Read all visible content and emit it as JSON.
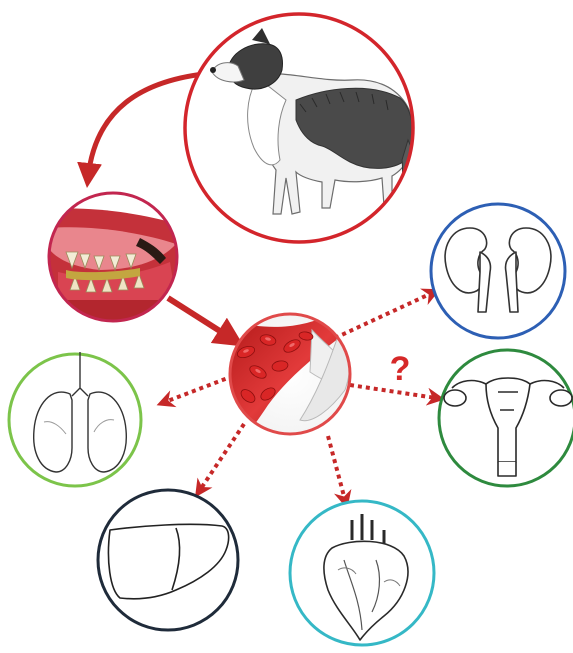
{
  "diagram": {
    "nodes": [
      {
        "id": "dog",
        "icon": "dog-icon",
        "ring_color": "#d3252b"
      },
      {
        "id": "mouth",
        "icon": "dog-mouth-teeth-icon",
        "ring_color": "#c2264f"
      },
      {
        "id": "blood",
        "icon": "blood-vessel-icon",
        "ring_color": "#e04a4a"
      },
      {
        "id": "kidneys",
        "icon": "kidneys-icon",
        "ring_color": "#2d5fb4"
      },
      {
        "id": "reproductive",
        "icon": "uterus-icon",
        "ring_color": "#2e8a3e"
      },
      {
        "id": "lungs",
        "icon": "lungs-icon",
        "ring_color": "#7cc44a"
      },
      {
        "id": "liver",
        "icon": "liver-icon",
        "ring_color": "#1f2b3a"
      },
      {
        "id": "heart",
        "icon": "heart-icon",
        "ring_color": "#35b8c6"
      }
    ],
    "question_mark": "?",
    "arrow_color": "#c62828"
  }
}
